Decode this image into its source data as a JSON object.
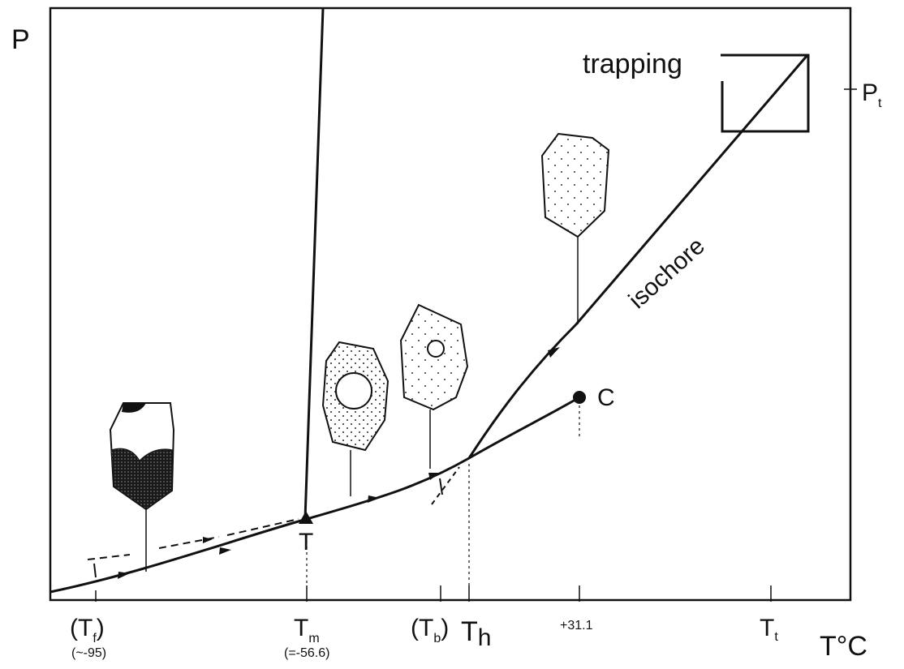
{
  "axes": {
    "y_label": "P",
    "x_label": "T°C"
  },
  "labels": {
    "trapping": "trapping",
    "isochore": "isochore",
    "pt": "P",
    "pt_sub": "t",
    "critical": "C",
    "triple": "T"
  },
  "ticks": {
    "tf_main": "(T",
    "tf_sub": "f",
    "tf_close": ")",
    "tf_value": "(~-95)",
    "tm_main": "T",
    "tm_sub": "m",
    "tm_value": "(=-56.6)",
    "tb_main": "(T",
    "tb_sub": "b",
    "tb_close": ")",
    "th_main": "T",
    "th_sub": "h",
    "crit_value": "+31.1",
    "tt_main": "T",
    "tt_sub": "t"
  }
}
